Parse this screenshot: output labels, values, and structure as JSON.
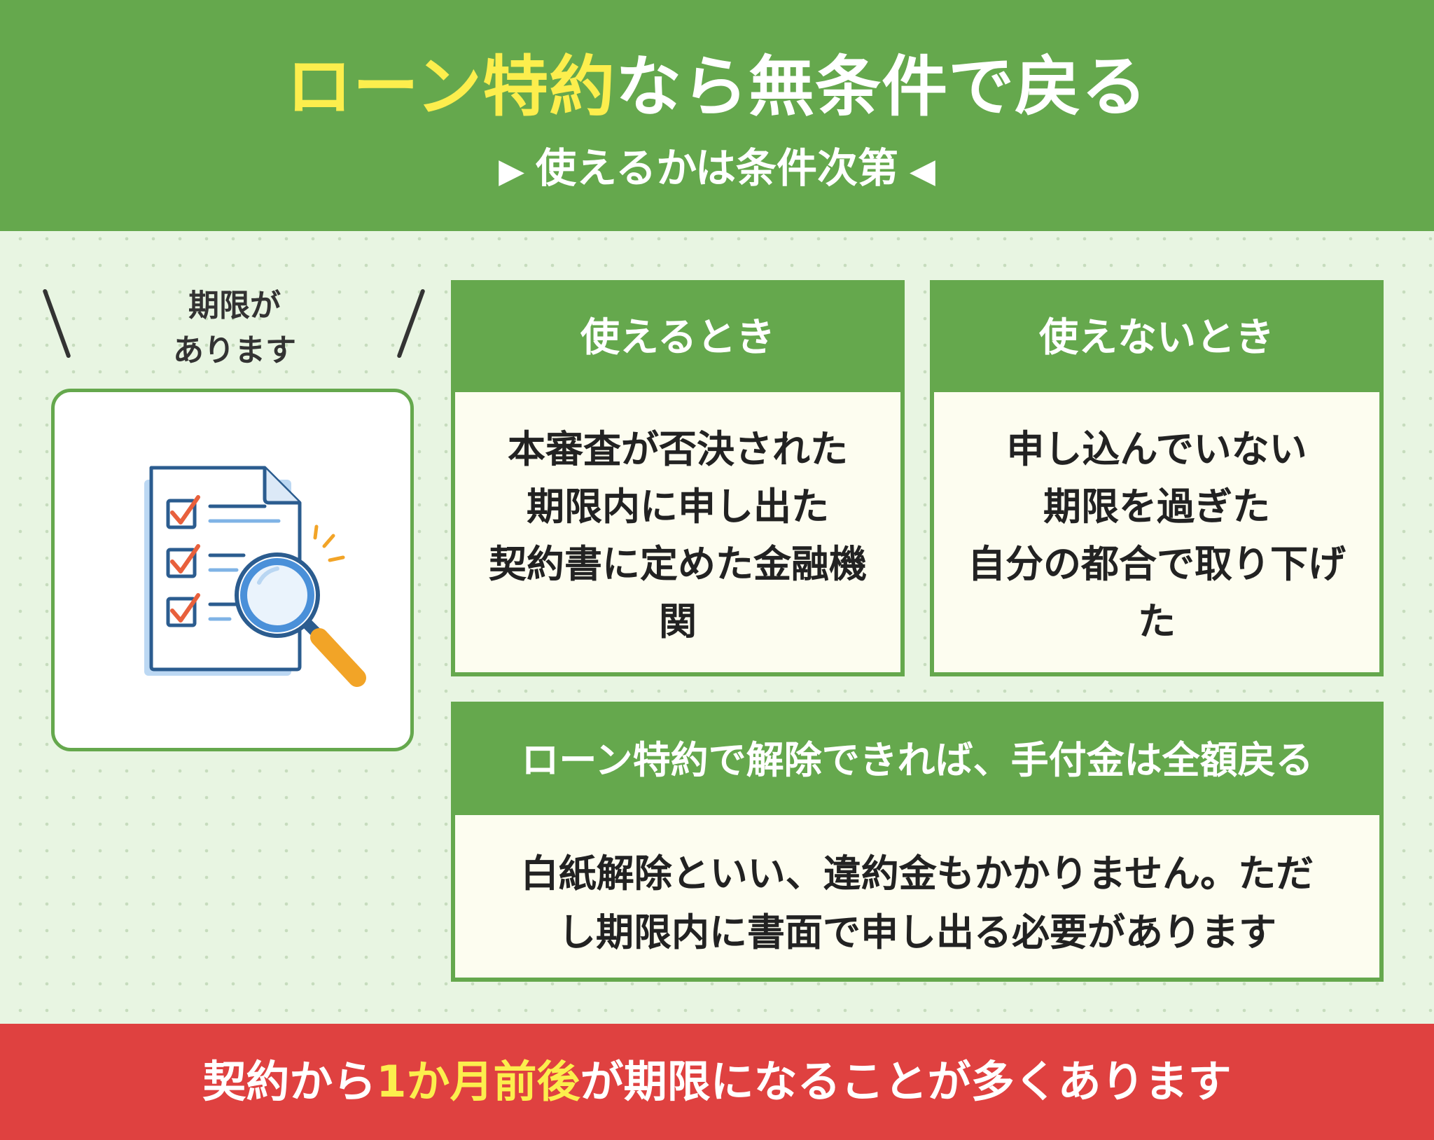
{
  "header": {
    "title_highlight": "ローン特約",
    "title_rest": "なら無条件で戻る",
    "subtitle_left_marker": "▶",
    "subtitle_text": "使えるかは条件次第",
    "subtitle_right_marker": "◀"
  },
  "callout": {
    "lines": [
      "期限が",
      "あります"
    ]
  },
  "icon": {
    "name": "document-checklist-magnifier-icon"
  },
  "cards": {
    "usable": {
      "title": "使えるとき",
      "lines": [
        "本審査が否決された",
        "期限内に申し出た",
        "契約書に定めた金融機",
        "関"
      ]
    },
    "unusable": {
      "title": "使えないとき",
      "lines": [
        "申し込んでいない",
        "期限を過ぎた",
        "自分の都合で取り下げ",
        "た"
      ]
    },
    "note": {
      "title": "ローン特約で解除できれば、手付金は全額戻る",
      "lines": [
        "白紙解除といい、違約金もかかりません。ただ",
        "し期限内に書面で申し出る必要があります"
      ]
    }
  },
  "footer": {
    "text_before": "契約から",
    "text_highlight": "1か月前後",
    "text_after": "が期限になることが多くあります"
  },
  "colors": {
    "green": "#65a84d",
    "yellow": "#fcee4d",
    "red": "#df4140",
    "card_bg": "#fdfdf0",
    "page_bg": "#e8f5e2"
  }
}
